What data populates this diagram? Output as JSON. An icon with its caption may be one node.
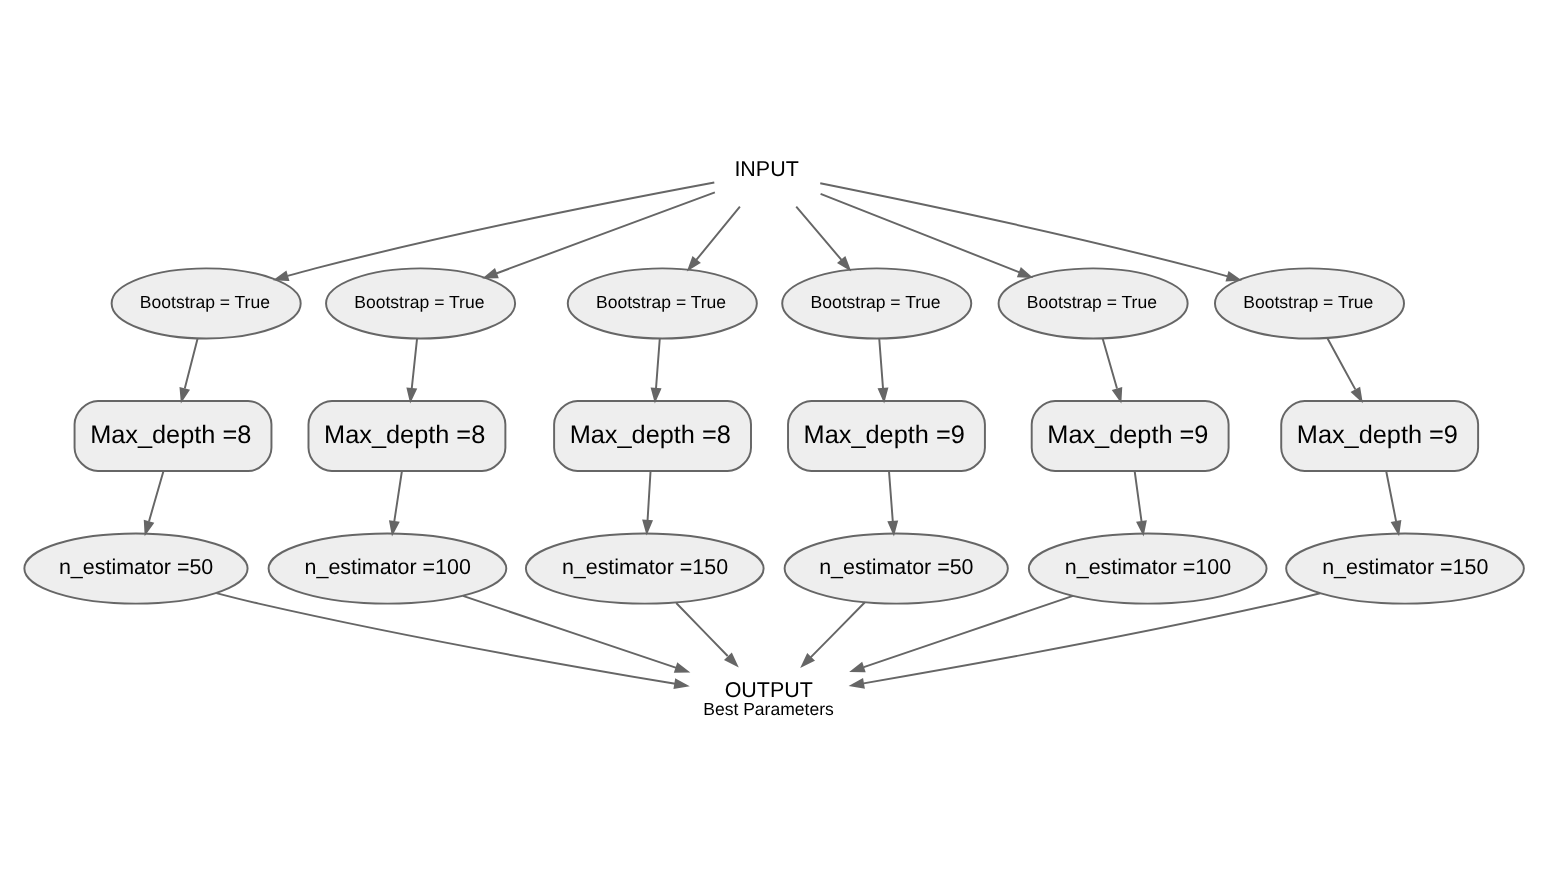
{
  "diagram": {
    "nodes": [
      {
        "text": [
          "INPUT"
        ]
      },
      {
        "text": [
          "Bootstrap = True"
        ]
      },
      {
        "text": [
          "Bootstrap = True"
        ]
      },
      {
        "text": [
          "Bootstrap = True"
        ]
      },
      {
        "text": [
          "Bootstrap = True"
        ]
      },
      {
        "text": [
          "Bootstrap = True"
        ]
      },
      {
        "text": [
          "Bootstrap = True"
        ]
      },
      {
        "text": [
          "Max_depth =8"
        ]
      },
      {
        "text": [
          "Max_depth =8"
        ]
      },
      {
        "text": [
          "Max_depth =8"
        ]
      },
      {
        "text": [
          "Max_depth =9"
        ]
      },
      {
        "text": [
          "Max_depth =9"
        ]
      },
      {
        "text": [
          "Max_depth =9"
        ]
      },
      {
        "text": [
          "n_estimator =50"
        ]
      },
      {
        "text": [
          "n_estimator =100"
        ]
      },
      {
        "text": [
          "n_estimator =150"
        ]
      },
      {
        "text": [
          "n_estimator =50"
        ]
      },
      {
        "text": [
          "n_estimator =100"
        ]
      },
      {
        "text": [
          "n_estimator =150"
        ]
      },
      {
        "text": [
          "OUTPUT"
        ],
        "beside": [
          "Best Parameters"
        ]
      }
    ],
    "edges": [
      {
        "from": 0,
        "to": 1,
        "arrow": "to"
      },
      {
        "from": 0,
        "to": 2,
        "arrow": "to"
      },
      {
        "from": 0,
        "to": 3,
        "arrow": "to"
      },
      {
        "from": 0,
        "to": 4,
        "arrow": "to"
      },
      {
        "from": 0,
        "to": 5,
        "arrow": "to"
      },
      {
        "from": 0,
        "to": 6,
        "arrow": "to"
      },
      {
        "from": 1,
        "to": 7,
        "arrow": "to"
      },
      {
        "from": 2,
        "to": 8,
        "arrow": "to"
      },
      {
        "from": 3,
        "to": 9,
        "arrow": "to"
      },
      {
        "from": 4,
        "to": 10,
        "arrow": "to"
      },
      {
        "from": 5,
        "to": 11,
        "arrow": "to"
      },
      {
        "from": 6,
        "to": 12,
        "arrow": "to"
      },
      {
        "from": 7,
        "to": 13,
        "arrow": "to"
      },
      {
        "from": 8,
        "to": 14,
        "arrow": "to"
      },
      {
        "from": 9,
        "to": 15,
        "arrow": "to"
      },
      {
        "from": 10,
        "to": 16,
        "arrow": "to"
      },
      {
        "from": 11,
        "to": 17,
        "arrow": "to"
      },
      {
        "from": 12,
        "to": 18,
        "arrow": "to"
      },
      {
        "from": 13,
        "to": 19,
        "arrow": "to"
      },
      {
        "from": 14,
        "to": 19,
        "arrow": "to"
      },
      {
        "from": 15,
        "to": 19,
        "arrow": "to"
      },
      {
        "from": 16,
        "to": 19,
        "arrow": "to"
      },
      {
        "from": 17,
        "to": 19,
        "arrow": "to"
      },
      {
        "from": 18,
        "to": 19,
        "arrow": "to"
      }
    ]
  }
}
